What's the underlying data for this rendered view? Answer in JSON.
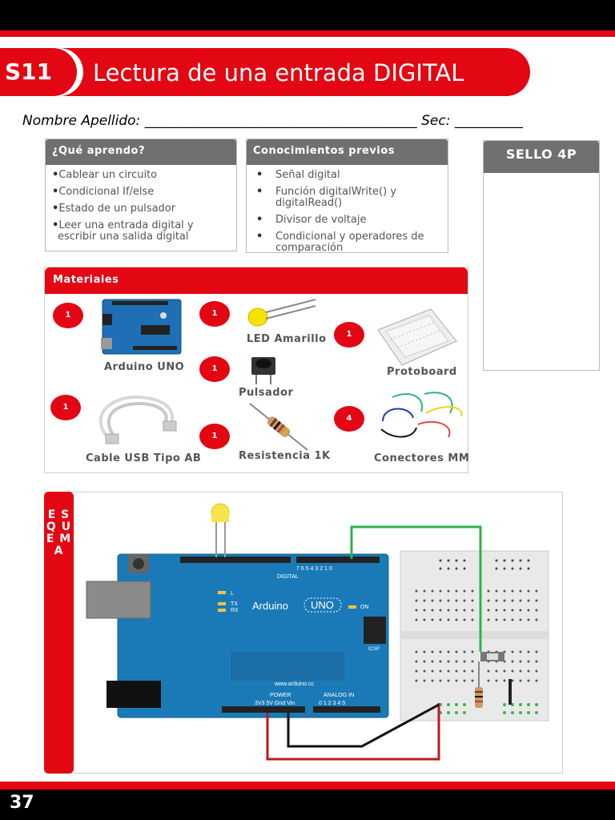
{
  "header": {
    "badge": "S11",
    "title": "Lectura de una entrada DIGITAL"
  },
  "form": {
    "line": "Nombre Apellido: ________________________________________ Sec: __________"
  },
  "que_aprendo": {
    "title": "¿Qué aprendo?",
    "items": [
      "Cablear un circuito",
      "Condicional If/else",
      "Estado de un pulsador",
      "Leer una entrada digital y escribir una salida digital"
    ]
  },
  "conocimientos": {
    "title": "Conocimientos previos",
    "items": [
      "Señal digital",
      "Función digitalWrite() y digitalRead()",
      "Divisor de voltaje",
      "Condicional y operadores de comparación"
    ]
  },
  "sello": {
    "title": "SELLO 4P"
  },
  "materiales": {
    "title": "Materiales",
    "items": [
      {
        "qty": "1",
        "label": "Arduino UNO"
      },
      {
        "qty": "1",
        "label": "LED Amarillo"
      },
      {
        "qty": "1",
        "label": "Protoboard"
      },
      {
        "qty": "1",
        "label": "Pulsador"
      },
      {
        "qty": "1",
        "label": "Cable USB Tipo AB"
      },
      {
        "qty": "1",
        "label": "Resistencia 1K"
      },
      {
        "qty": "4",
        "label": "Conectores MM"
      }
    ]
  },
  "esquema": {
    "side_label": "E S Q U E M A",
    "board": {
      "brand": "Arduino",
      "model": "UNO",
      "digital": "DIGITAL",
      "on": "ON",
      "tx": "TX",
      "rx": "RX",
      "l": "L",
      "icsp": "ICSP",
      "website": "www.arduino.cc",
      "power": "POWER",
      "analog_in": "ANALOG IN",
      "power_pins": "3V3 5V Gnd Vin",
      "analog_pins": "0 1 2 3 4 5",
      "digital_pins": "7 6 5 4 3 2 1 0"
    }
  },
  "footer": {
    "page": "37"
  }
}
